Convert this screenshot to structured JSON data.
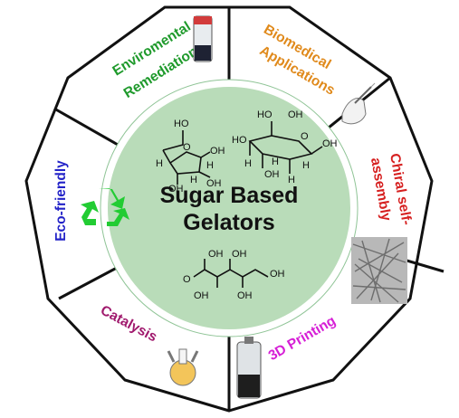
{
  "center": {
    "title_line1": "Sugar Based",
    "title_line2": "Gelators",
    "fill_color": "#b9dcb9",
    "ring_color": "#8fc496"
  },
  "segments": [
    {
      "label_line1": "Enviromental",
      "label_line2": "Remediation",
      "color": "#1f9a2c",
      "icon": "vial-icon"
    },
    {
      "label_line1": "Biomedical",
      "label_line2": "Applications",
      "color": "#e08a1c",
      "icon": "gloved-hand-syringe-icon"
    },
    {
      "label_line1": "Chiral self-",
      "label_line2": "assembly",
      "color": "#d62020",
      "icon": "fiber-micrograph-icon"
    },
    {
      "label_line1": "3D Printing",
      "label_line2": "",
      "color": "#d61fd6",
      "icon": "printed-vial-icon"
    },
    {
      "label_line1": "Catalysis",
      "label_line2": "",
      "color": "#a0196d",
      "icon": "round-flask-icon"
    },
    {
      "label_line1": "Eco-friendly",
      "label_line2": "",
      "color": "#2323c8",
      "icon": "recycle-icon"
    }
  ],
  "molecules": {
    "furanose": {
      "atoms": [
        "HO",
        "O",
        "OH",
        "H",
        "H",
        "OH",
        "H",
        "OH"
      ]
    },
    "pyranose": {
      "atoms": [
        "HO",
        "OH",
        "O",
        "HO",
        "OH",
        "H",
        "H",
        "OH",
        "H",
        "H"
      ]
    },
    "openchain": {
      "atoms": [
        "O",
        "OH",
        "OH",
        "OH",
        "OH",
        "OH"
      ]
    }
  },
  "colors": {
    "outline": "#111111",
    "recycle": "#22cc33"
  }
}
